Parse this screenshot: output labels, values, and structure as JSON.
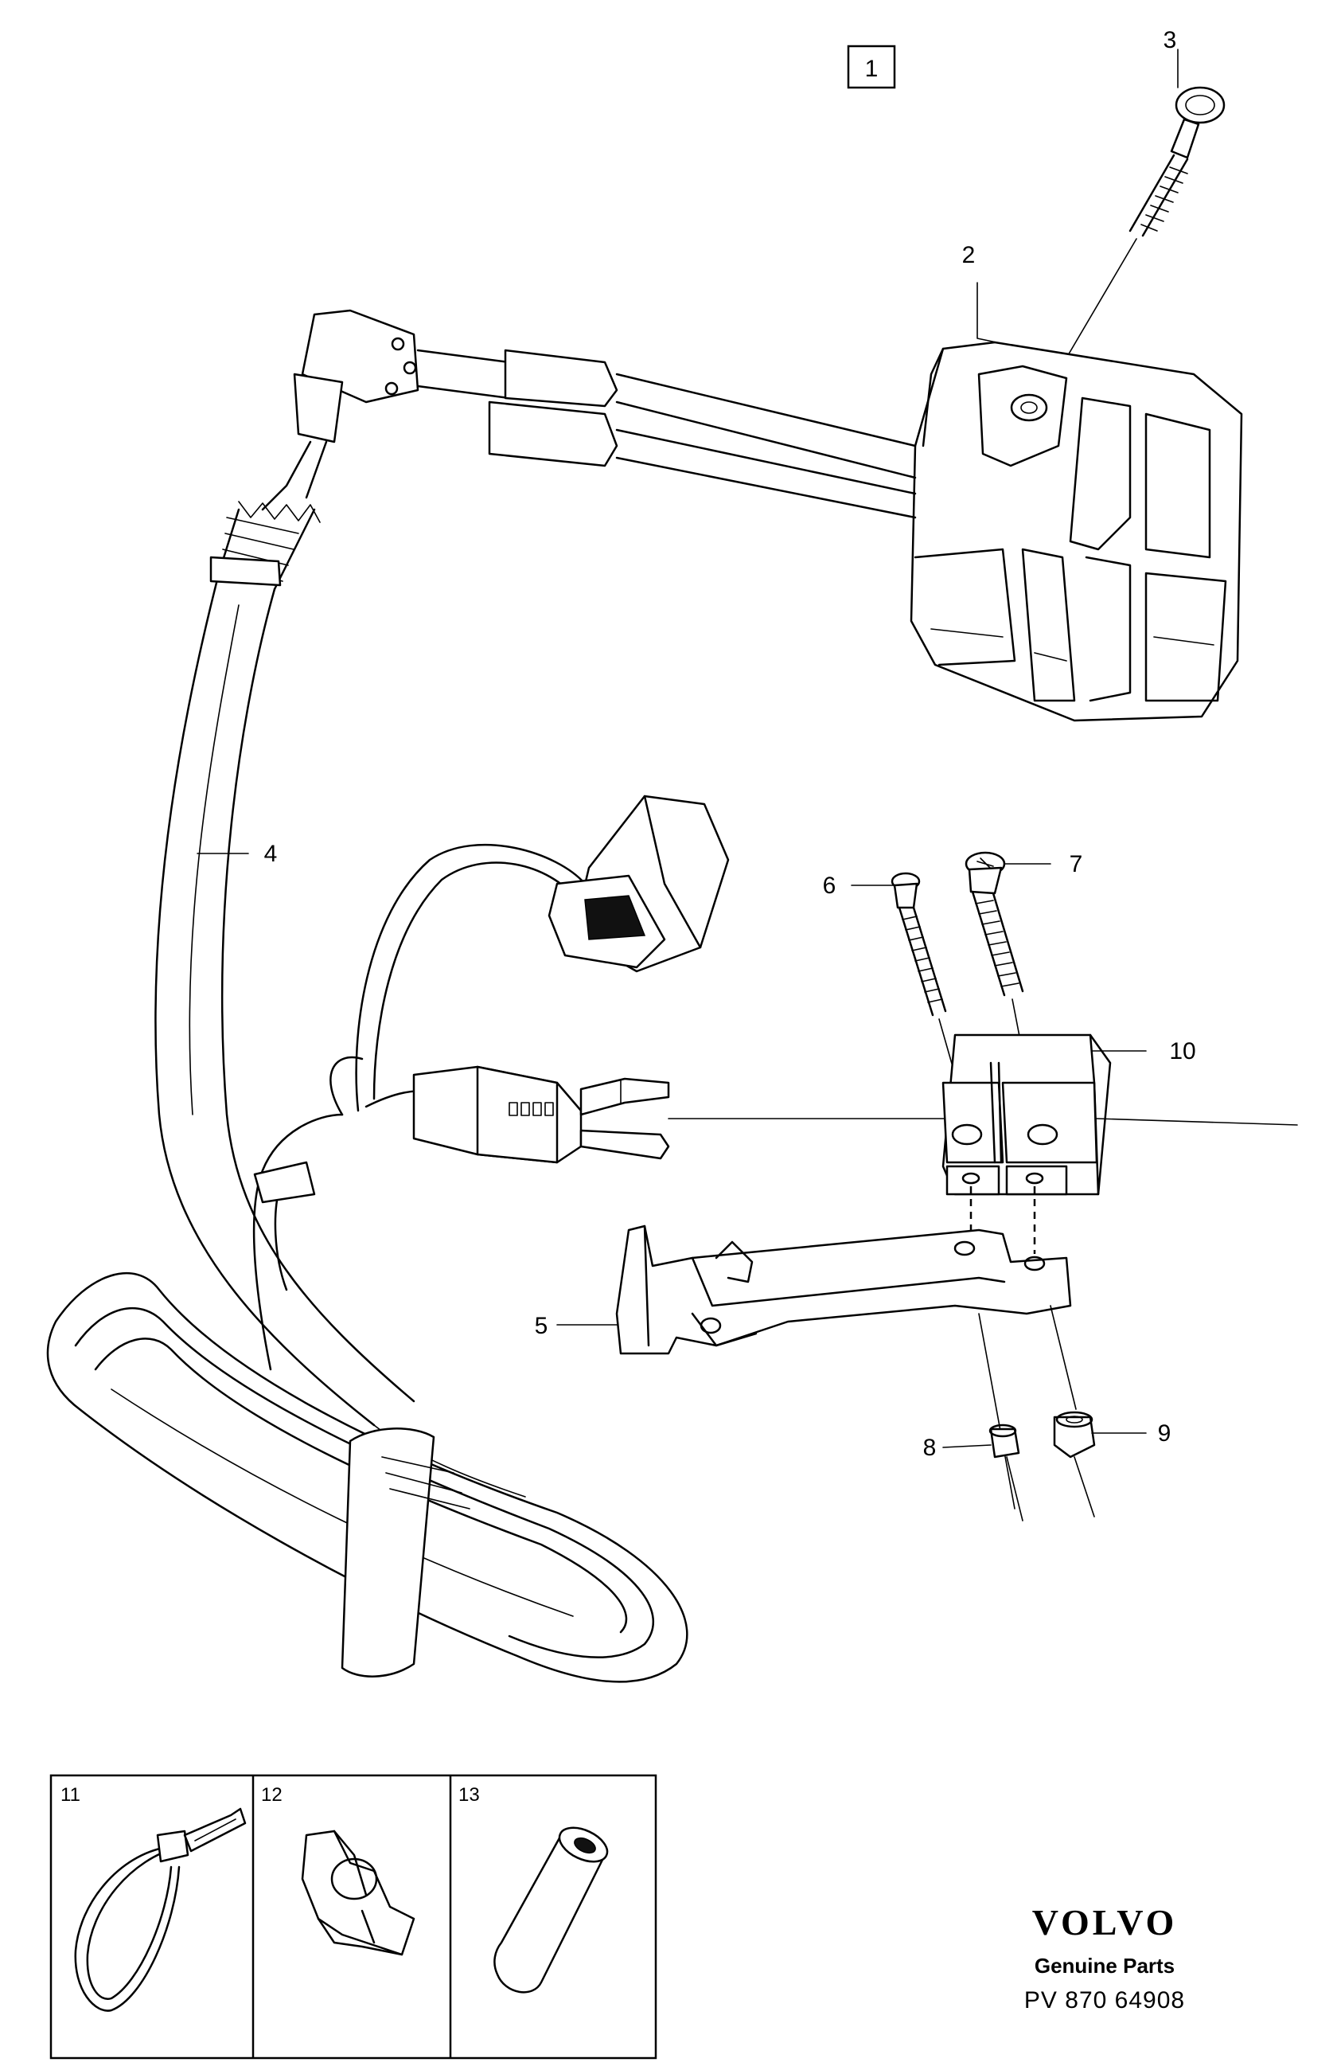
{
  "diagram": {
    "group_box_label": "1",
    "callouts": {
      "c2": "2",
      "c3": "3",
      "c4": "4",
      "c5": "5",
      "c6": "6",
      "c7": "7",
      "c8": "8",
      "c9": "9",
      "c10": "10"
    },
    "inset": {
      "cells": [
        "11",
        "12",
        "13"
      ]
    }
  },
  "brand": {
    "logo": "VOLVO",
    "subtitle": "Genuine Parts",
    "code": "PV 870 64908"
  }
}
